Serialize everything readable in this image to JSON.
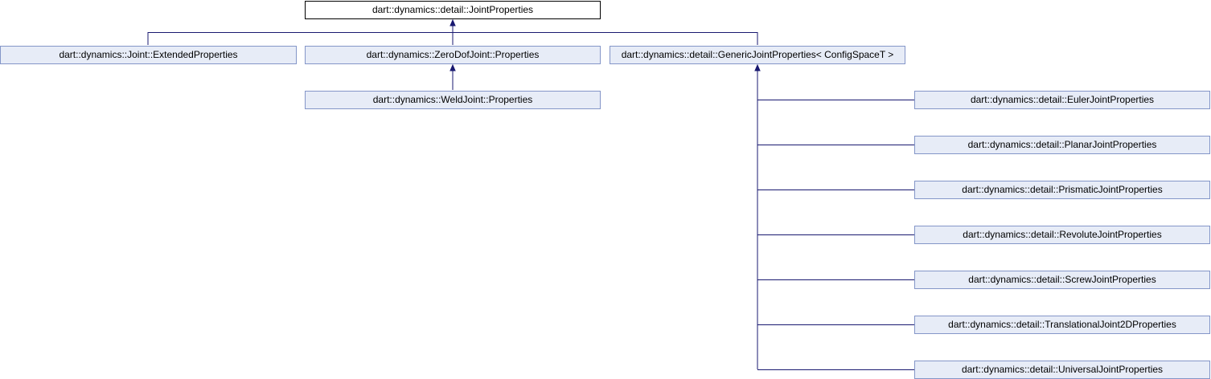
{
  "diagram": {
    "nodes": {
      "joint_properties": "dart::dynamics::detail::JointProperties",
      "extended_properties": "dart::dynamics::Joint::ExtendedProperties",
      "zerodof_properties": "dart::dynamics::ZeroDofJoint::Properties",
      "generic_joint_properties": "dart::dynamics::detail::GenericJointProperties< ConfigSpaceT >",
      "weld_properties": "dart::dynamics::WeldJoint::Properties",
      "euler_properties": "dart::dynamics::detail::EulerJointProperties",
      "planar_properties": "dart::dynamics::detail::PlanarJointProperties",
      "prismatic_properties": "dart::dynamics::detail::PrismaticJointProperties",
      "revolute_properties": "dart::dynamics::detail::RevoluteJointProperties",
      "screw_properties": "dart::dynamics::detail::ScrewJointProperties",
      "translational2d_properties": "dart::dynamics::detail::TranslationalJoint2DProperties",
      "universal_properties": "dart::dynamics::detail::UniversalJointProperties"
    },
    "colors": {
      "node_fill": "#e7ecf7",
      "node_border": "#8496c8",
      "root_border": "#000000",
      "edge": "#191970"
    }
  }
}
